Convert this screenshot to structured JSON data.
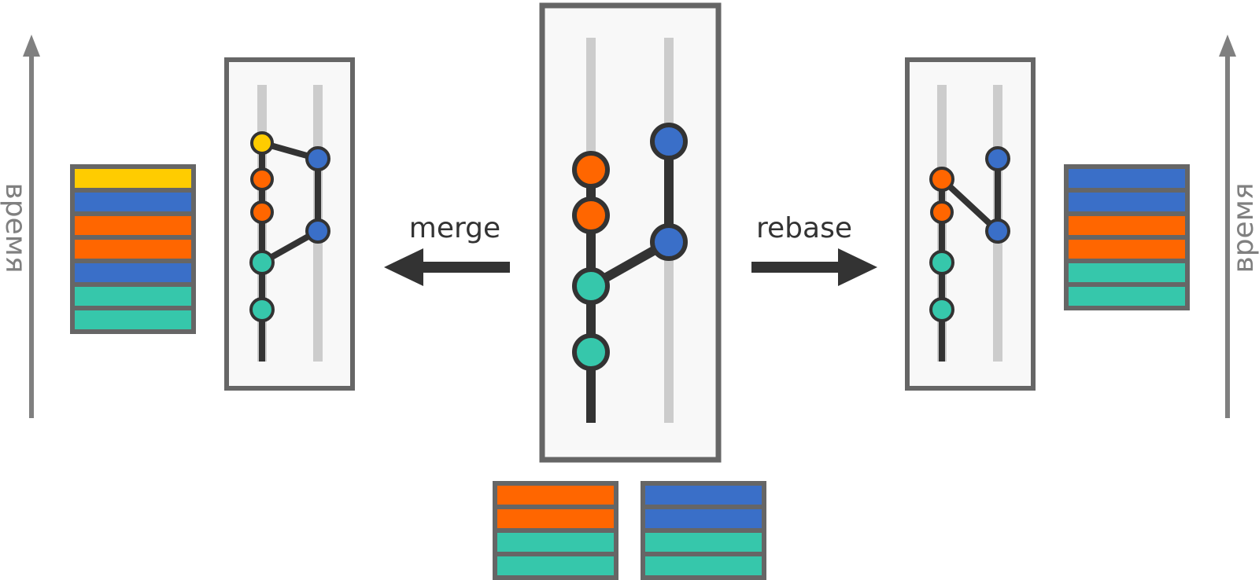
{
  "labels": {
    "merge": "merge",
    "rebase": "rebase",
    "time_left": "время",
    "time_right": "время"
  },
  "colors": {
    "main_branch": "#36c7ab",
    "feature_orange": "#ff6600",
    "feature_blue": "#3a6fc8",
    "merge_commit": "#ffcc00",
    "panel_border": "#666666",
    "rail": "#cccccc",
    "line": "#333333",
    "axis": "#808080"
  },
  "stacks": {
    "merge_result": [
      "merge_commit",
      "feature_blue",
      "feature_orange",
      "feature_orange",
      "feature_blue",
      "main_branch",
      "main_branch"
    ],
    "rebase_result": [
      "feature_blue",
      "feature_blue",
      "feature_orange",
      "feature_orange",
      "main_branch",
      "main_branch"
    ],
    "source_left": [
      "feature_orange",
      "feature_orange",
      "main_branch",
      "main_branch"
    ],
    "source_right": [
      "feature_blue",
      "feature_blue",
      "main_branch",
      "main_branch"
    ]
  }
}
